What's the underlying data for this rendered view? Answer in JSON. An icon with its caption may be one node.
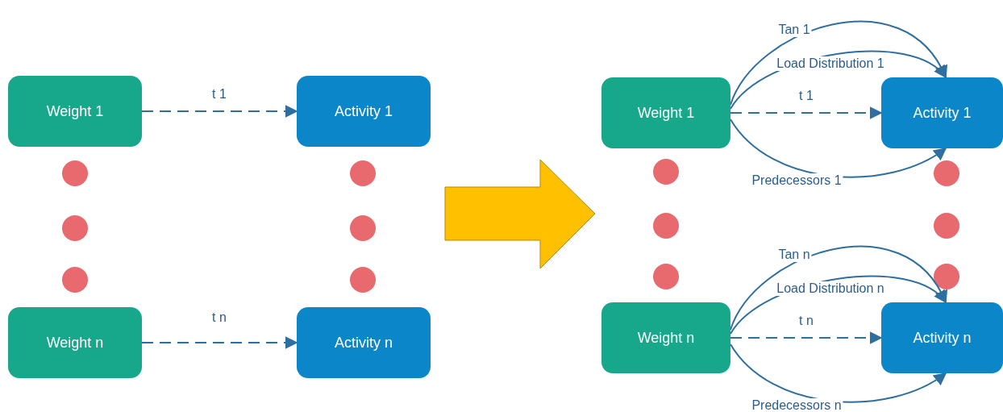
{
  "diagram": {
    "nodes": [
      {
        "text": [
          "Weight 1"
        ]
      },
      {
        "text": [
          "Activity 1"
        ]
      },
      {
        "text": [
          "Weight n"
        ]
      },
      {
        "text": [
          "Activity n"
        ]
      },
      {
        "text": [
          "Weight 1"
        ]
      },
      {
        "text": [
          "Activity 1"
        ]
      },
      {
        "text": [
          "Weight n"
        ]
      },
      {
        "text": [
          "Activity n"
        ]
      }
    ],
    "edges": [
      {
        "from": 0,
        "to": 1,
        "arrow": "to",
        "label": "t 1",
        "style": "dashed"
      },
      {
        "from": 2,
        "to": 3,
        "arrow": "to",
        "label": "t n",
        "style": "dashed"
      },
      {
        "from": 4,
        "to": 5,
        "arrow": "to",
        "label": "Tan 1"
      },
      {
        "from": 4,
        "to": 5,
        "arrow": "to",
        "label": "Load Distribution 1"
      },
      {
        "from": 4,
        "to": 5,
        "arrow": "to",
        "label": "t 1",
        "style": "dashed"
      },
      {
        "from": 4,
        "to": 5,
        "arrow": "to",
        "label": "Predecessors 1"
      },
      {
        "from": 6,
        "to": 7,
        "arrow": "to",
        "label": "Tan n"
      },
      {
        "from": 6,
        "to": 7,
        "arrow": "to",
        "label": "Load Distribution n"
      },
      {
        "from": 6,
        "to": 7,
        "arrow": "to",
        "label": "t n",
        "style": "dashed"
      },
      {
        "from": 6,
        "to": 7,
        "arrow": "to",
        "label": "Predecessors n"
      }
    ]
  }
}
